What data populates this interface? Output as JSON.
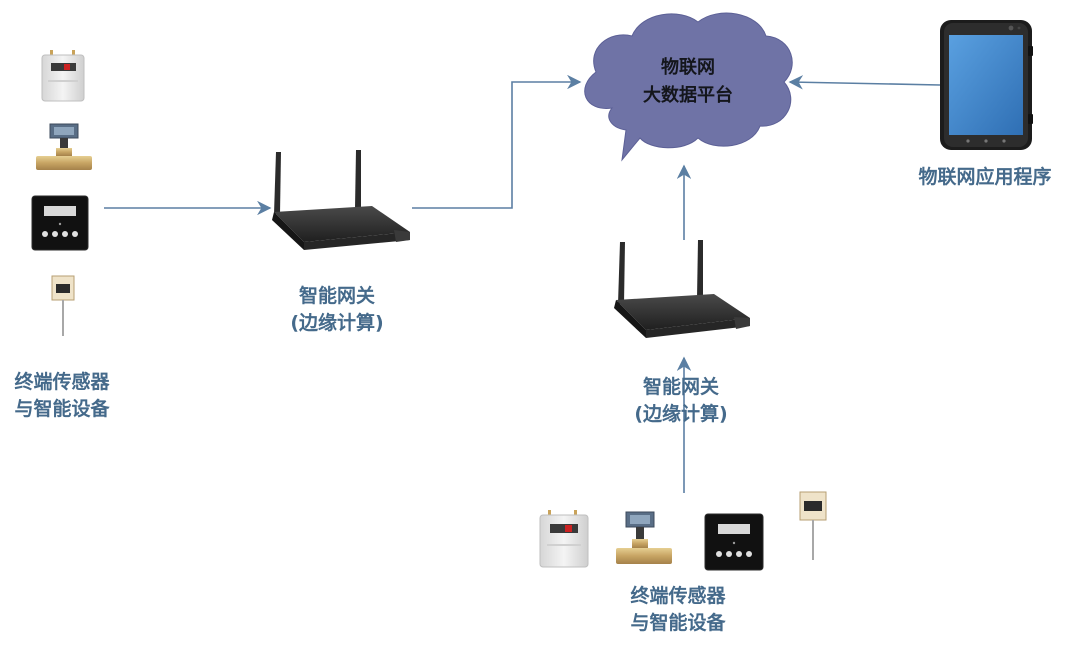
{
  "cloud": {
    "line1": "物联网",
    "line2": "大数据平台"
  },
  "app": {
    "label": "物联网应用程序"
  },
  "gateway_left": {
    "line1": "智能网关",
    "line2": "(边缘计算)"
  },
  "gateway_right": {
    "line1": "智能网关",
    "line2": "(边缘计算)"
  },
  "devices_left": {
    "line1": "终端传感器",
    "line2": "与智能设备"
  },
  "devices_bottom": {
    "line1": "终端传感器",
    "line2": "与智能设备"
  },
  "colors": {
    "arrow": "#5b7fa3",
    "label": "#456a8b",
    "cloud": "#6f73a6",
    "router": "#2b2b2b",
    "tablet_screen": "#3f82c8"
  }
}
